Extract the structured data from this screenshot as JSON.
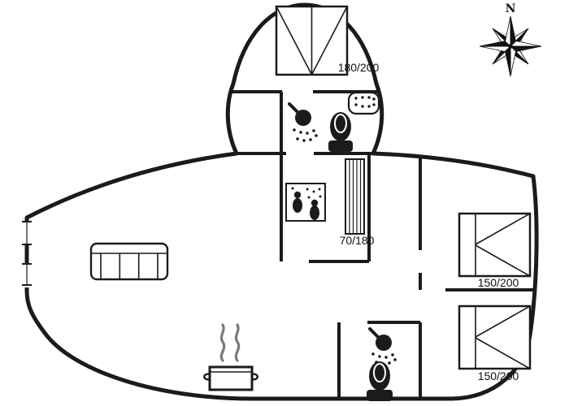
{
  "title": "holiday-home-floor-plan",
  "colors": {
    "wall": "#1b1b1b",
    "background": "#ffffff",
    "steam": "#7a7a7a",
    "text": "#111111"
  },
  "compass": {
    "north": "N"
  },
  "labels": {
    "turret_bed": "180/200",
    "middle_bed": "70/180",
    "right_top_bed": "150/200",
    "right_bottom_bed": "150/200"
  },
  "icons": {
    "compass-rose-icon": "8-point compass rose",
    "double-bed-icon": "double bed (rectangle with folded-duvet diagonals)",
    "bunk-bed-icon": "narrow 70/180 bed with lengthwise stripes",
    "shower-icon": "shower head with spray dots",
    "toilet-icon": "solid black toilet with cistern",
    "whirlpool-icon": "rounded rectangle with jet dots",
    "sauna-icon": "box with two person silhouettes and steam dots",
    "sofa-icon": "three-seat sofa with armrests",
    "cooking-pot-icon": "cooking pot with handles",
    "steam-icon": "rising steam squiggles",
    "window-icon": "window break in exterior wall"
  }
}
